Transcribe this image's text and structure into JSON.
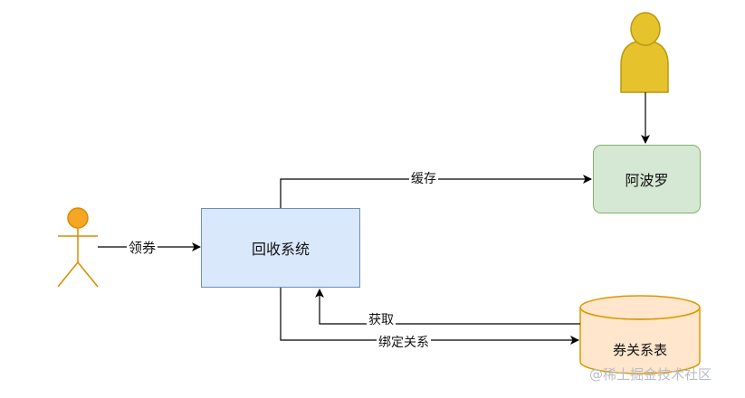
{
  "nodes": {
    "recycle_system": "回收系统",
    "apollo": "阿波罗",
    "coupon_table": "券关系表"
  },
  "edges": {
    "claim": "领券",
    "cache": "缓存",
    "fetch": "获取",
    "bind": "绑定关系"
  },
  "watermark": "@稀土掘金技术社区",
  "colors": {
    "recycle_fill": "#dae8fc",
    "recycle_stroke": "#6c8ebf",
    "apollo_fill": "#d5e8d4",
    "apollo_stroke": "#82b366",
    "db_fill": "#ffe6cc",
    "db_stroke": "#d79b00",
    "actor_orange": "#f5a623",
    "actor_orange_stroke": "#d98b00",
    "user_yellow": "#e6c22d",
    "user_stroke": "#b8990f"
  },
  "icons": [
    "stick-figure-actor-icon",
    "user-silhouette-icon",
    "database-cylinder-icon"
  ]
}
